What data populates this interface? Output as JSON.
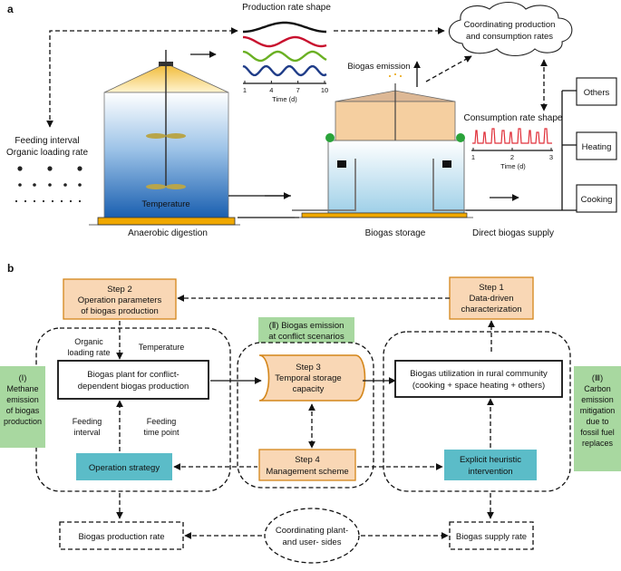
{
  "panel_a": {
    "label": "a",
    "production_rate_shape": "Production rate shape",
    "production_axis": {
      "ticks": [
        "1",
        "4",
        "7",
        "10"
      ],
      "label": "Time (d)"
    },
    "coordinating_cloud_line1": "Coordinating production",
    "coordinating_cloud_line2": "and consumption rates",
    "biogas_emission": "Biogas emission",
    "feeding_interval": "Feeding interval",
    "organic_loading_rate": "Organic loading rate",
    "temperature": "Temperature",
    "anaerobic_digestion": "Anaerobic digestion",
    "biogas_storage": "Biogas storage",
    "direct_biogas_supply": "Direct biogas supply",
    "consumption_rate_shape": "Consumption rate shape",
    "consumption_axis": {
      "ticks": [
        "1",
        "2",
        "3"
      ],
      "label": "Time (d)"
    },
    "uses": [
      "Others",
      "Heating",
      "Cooking"
    ],
    "wave_colors": [
      "#111111",
      "#c8102e",
      "#6ab023",
      "#1f3c88"
    ],
    "consumption_color": "#e0303a"
  },
  "panel_b": {
    "label": "b",
    "step2": {
      "title": "Step 2",
      "line1": "Operation parameters",
      "line2": "of biogas production"
    },
    "step1": {
      "title": "Step 1",
      "line1": "Data-driven",
      "line2": "characterization"
    },
    "emission_conflict": {
      "line1": "(Ⅱ) Biogas emission",
      "line2": "at conflict scenarios"
    },
    "organic_loading_rate": {
      "line1": "Organic",
      "line2": "loading rate"
    },
    "temperature": "Temperature",
    "biogas_plant": {
      "line1": "Biogas plant for conflict-",
      "line2": "dependent biogas production"
    },
    "step3": {
      "title": "Step 3",
      "line1": "Temporal storage",
      "line2": "capacity"
    },
    "utilization": {
      "line1": "Biogas utilization in rural community",
      "line2": "(cooking + space heating + others)"
    },
    "methane": {
      "line1": "(Ⅰ)",
      "line2": "Methane",
      "line3": "emission",
      "line4": "of biogas",
      "line5": "production"
    },
    "carbon": {
      "line1": "(Ⅲ)",
      "line2": "Carbon",
      "line3": "emission",
      "line4": "mitigation",
      "line5": "due to",
      "line6": "fossil fuel",
      "line7": "replaces"
    },
    "feeding_interval": {
      "line1": "Feeding",
      "line2": "interval"
    },
    "feeding_time_point": {
      "line1": "Feeding",
      "line2": "time point"
    },
    "operation_strategy": "Operation strategy",
    "step4": {
      "title": "Step 4",
      "line1": "Management scheme"
    },
    "explicit": {
      "line1": "Explicit heuristic",
      "line2": "intervention"
    },
    "production_rate": "Biogas production rate",
    "coordinating": {
      "line1": "Coordinating plant-",
      "line2": "and user- sides"
    },
    "supply_rate": "Biogas supply rate",
    "colors": {
      "step_fill": "#f9d7b5",
      "step_stroke": "#d4861a",
      "green": "#a8d8a0",
      "teal": "#5bbcc8",
      "storage_fill": "#f5cfa0"
    }
  }
}
